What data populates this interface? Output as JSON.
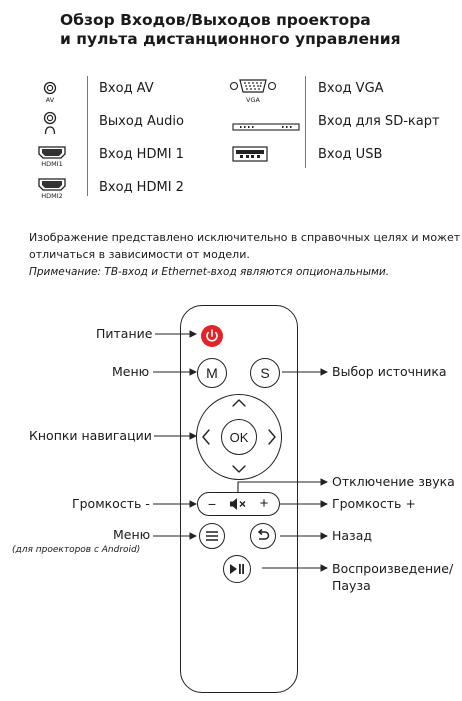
{
  "title": {
    "line1": "Обзор Входов/Выходов проектора",
    "line2": "и пульта дистанционного управления"
  },
  "ports": [
    {
      "label": "Вход AV",
      "icon": "av-jack-icon",
      "caption": "AV"
    },
    {
      "label": "Выход Audio",
      "icon": "audio-jack-icon",
      "caption": ""
    },
    {
      "label": "Вход HDMI 1",
      "icon": "hdmi-port-icon",
      "caption": "HDMI1"
    },
    {
      "label": "Вход HDMI 2",
      "icon": "hdmi-port-icon",
      "caption": "HDMI2"
    },
    {
      "label": "Вход VGA",
      "icon": "vga-port-icon",
      "caption": "VGA"
    },
    {
      "label": "Вход для SD-карт",
      "icon": "sd-slot-icon",
      "caption": ""
    },
    {
      "label": "Вход USB",
      "icon": "usb-port-icon",
      "caption": ""
    }
  ],
  "notes": {
    "line1": "Изображение представлено исключительно в справочных целях и может",
    "line2": "отличаться в зависимости от модели.",
    "remark": "Примечание: ТВ-вход и Ethernet-вход являются опциональными."
  },
  "remote": {
    "labels": {
      "power": "Питание",
      "menu": "Меню",
      "source": "Выбор источника",
      "nav": "Кнопки навигации",
      "mute": "Отключение звука",
      "vol_down": "Громкость -",
      "vol_up": "Громкость +",
      "menu2": "Меню",
      "menu2_note": "(для проекторов с Android)",
      "back": "Назад",
      "play_line1": "Воспроизведение/",
      "play_line2": "Пауза"
    },
    "buttons": {
      "menu": "M",
      "source": "S",
      "ok": "OK",
      "vol_minus": "−",
      "vol_plus": "+"
    },
    "colors": {
      "power": "#e2232a",
      "body": "#ffffff",
      "outline": "#222222"
    }
  }
}
